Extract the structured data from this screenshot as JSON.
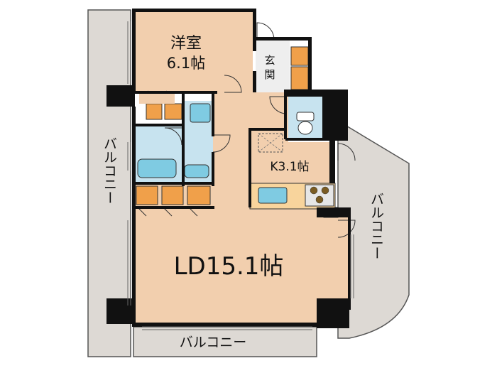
{
  "rooms": {
    "western_room": {
      "name": "洋室",
      "size": "6.1帖"
    },
    "entrance": {
      "char1": "玄",
      "char2": "関"
    },
    "kitchen": {
      "label": "K3.1帖"
    },
    "living_dining": {
      "label": "LD15.1帖"
    }
  },
  "balconies": {
    "left": "バルコニー",
    "right": "バルコニー",
    "bottom": "バルコニー"
  },
  "colors": {
    "floor": "#f2cfae",
    "balcony": "#ddd9d4",
    "wall": "#111111",
    "storage": "#f0a04a",
    "wet_area": "#c7e3ef",
    "fixture": "#7fcbe2",
    "counter": "#f8d49c"
  }
}
